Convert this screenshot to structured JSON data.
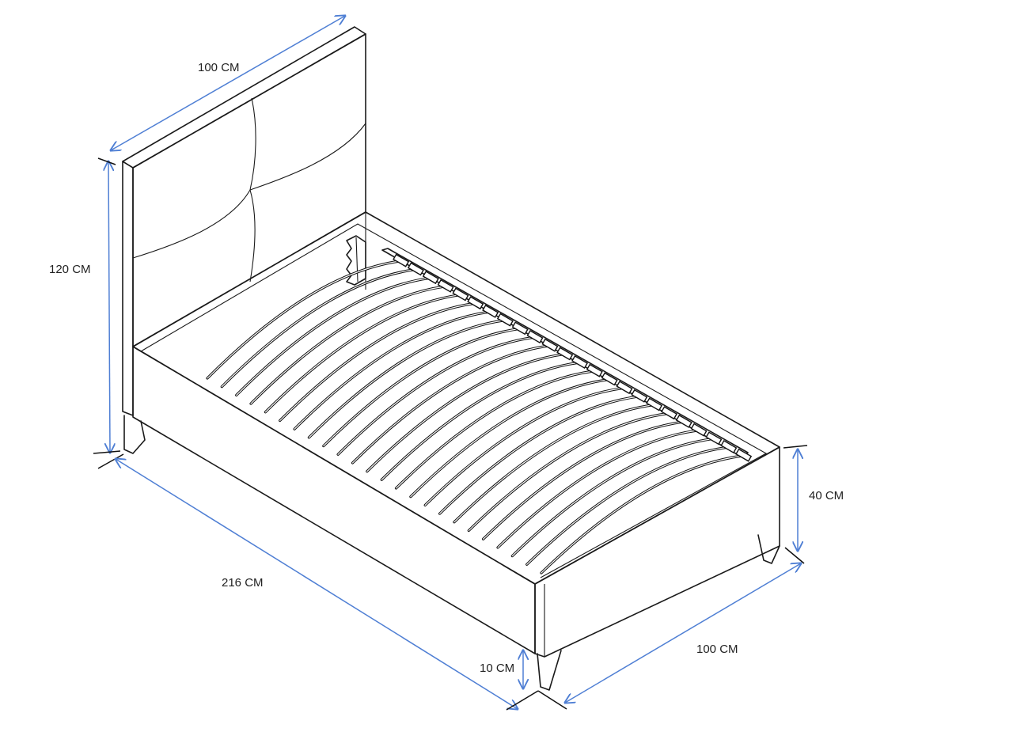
{
  "diagram": {
    "dimensions": {
      "headboard_width": "100 CM",
      "headboard_height": "120 CM",
      "length": "216 CM",
      "frame_height": "40 CM",
      "leg_height": "10 CM",
      "foot_width": "100 CM"
    },
    "colors": {
      "dimension_line": "#4f7fd4",
      "outline": "#1a1a1a"
    },
    "slat_count": 24
  }
}
